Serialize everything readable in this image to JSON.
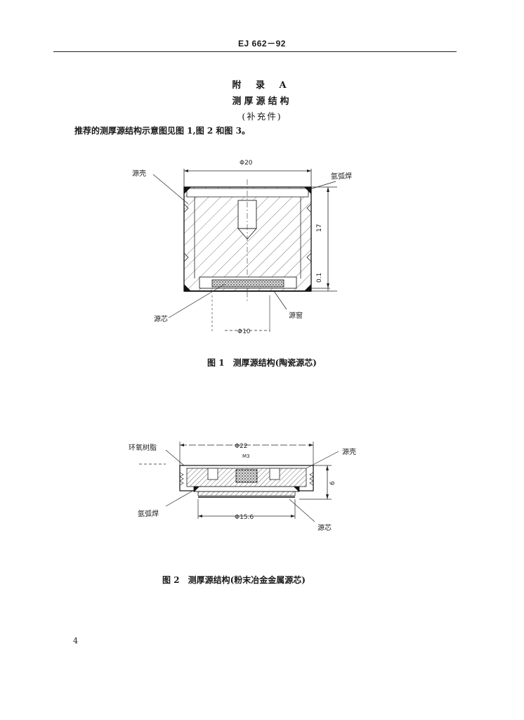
{
  "header": {
    "code": "EJ 662－92"
  },
  "appendix": {
    "label": "附 录 A",
    "title": "测厚源结构",
    "note": "(补充件)"
  },
  "intro": "推荐的测厚源结构示意图见图 1,图 2 和图 3。",
  "figure1": {
    "caption": "图 1　测厚源结构(陶瓷源芯)",
    "labels": {
      "shell": "源壳",
      "weld": "氩弧焊",
      "core": "源芯",
      "window": "源窗"
    },
    "dims": {
      "top_dia": "Φ20",
      "bottom_dia": "Φ10",
      "height": "17",
      "gap": "0.1"
    }
  },
  "figure2": {
    "caption": "图 2　测厚源结构(粉末冶金金属源芯)",
    "labels": {
      "epoxy": "环氧树脂",
      "shell": "源壳",
      "weld": "氩弧焊",
      "core": "源芯"
    },
    "dims": {
      "top_dia": "Φ22",
      "thread": "M3",
      "height": "6",
      "bottom_dia": "Φ15.6"
    }
  },
  "page_number": "4"
}
